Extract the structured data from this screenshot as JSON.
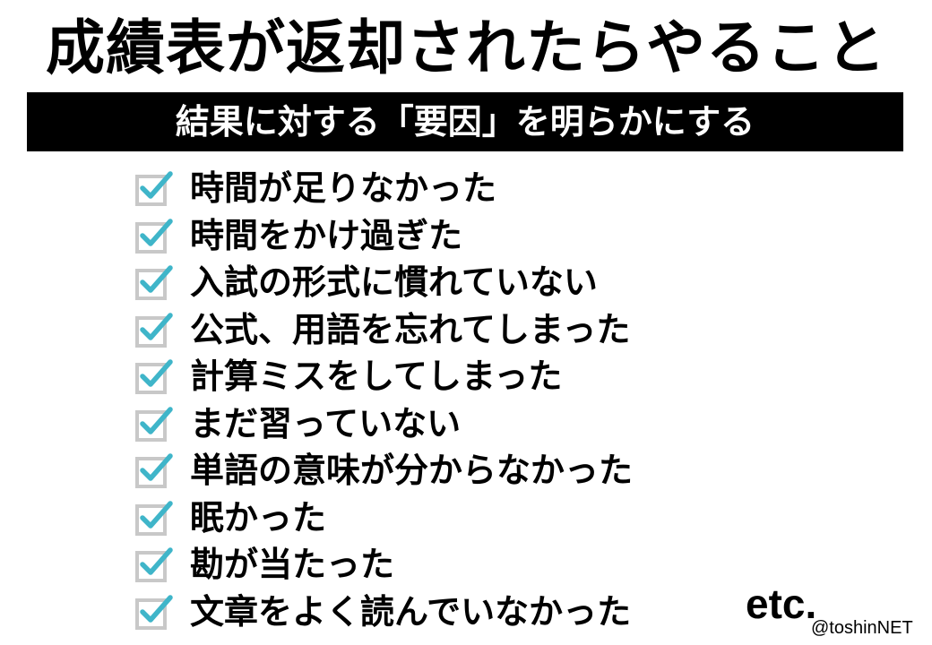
{
  "title": "成績表が返却されたらやること",
  "banner": "結果に対する「要因」を明らかにする",
  "checklist": {
    "icon": "checkbox-checked-icon",
    "colors": {
      "box": "#c8c8c8",
      "check": "#3fb5c9"
    },
    "items": [
      "時間が足りなかった",
      "時間をかけ過ぎた",
      "入試の形式に慣れていない",
      "公式、用語を忘れてしまった",
      "計算ミスをしてしまった",
      "まだ習っていない",
      "単語の意味が分からなかった",
      "眠かった",
      "勘が当たった",
      "文章をよく読んでいなかった"
    ]
  },
  "etc": "etc.",
  "credit": "@toshinNET"
}
